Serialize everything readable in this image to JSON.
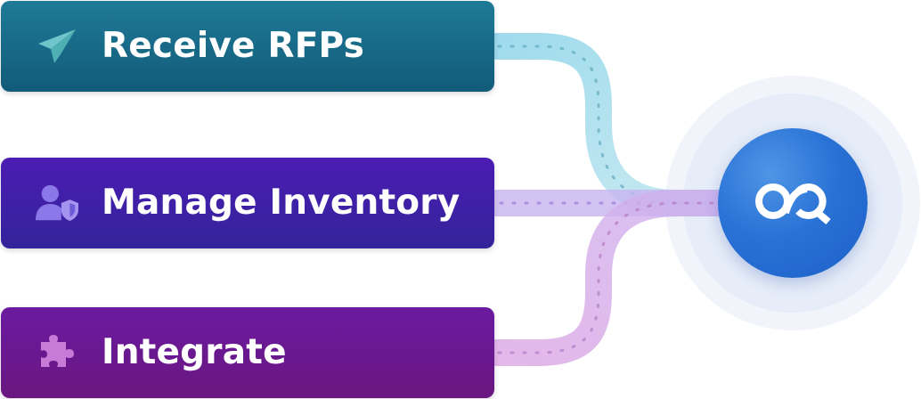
{
  "cards": [
    {
      "label": "Receive RFPs",
      "icon": "paper-plane-icon"
    },
    {
      "label": "Manage Inventory",
      "icon": "user-shield-icon"
    },
    {
      "label": "Integrate",
      "icon": "puzzle-piece-icon"
    }
  ],
  "hub": {
    "icon": "aq-logo-icon"
  },
  "colors": {
    "rfps_card": "#1a6d8a",
    "inventory_card": "#3f20a8",
    "integrate_card": "#6a1990",
    "rfps_connector": "#8fd3e8",
    "inventory_connector": "#c9b4f0",
    "integrate_connector": "#d9a9e2",
    "hub": "#2a72d6"
  }
}
